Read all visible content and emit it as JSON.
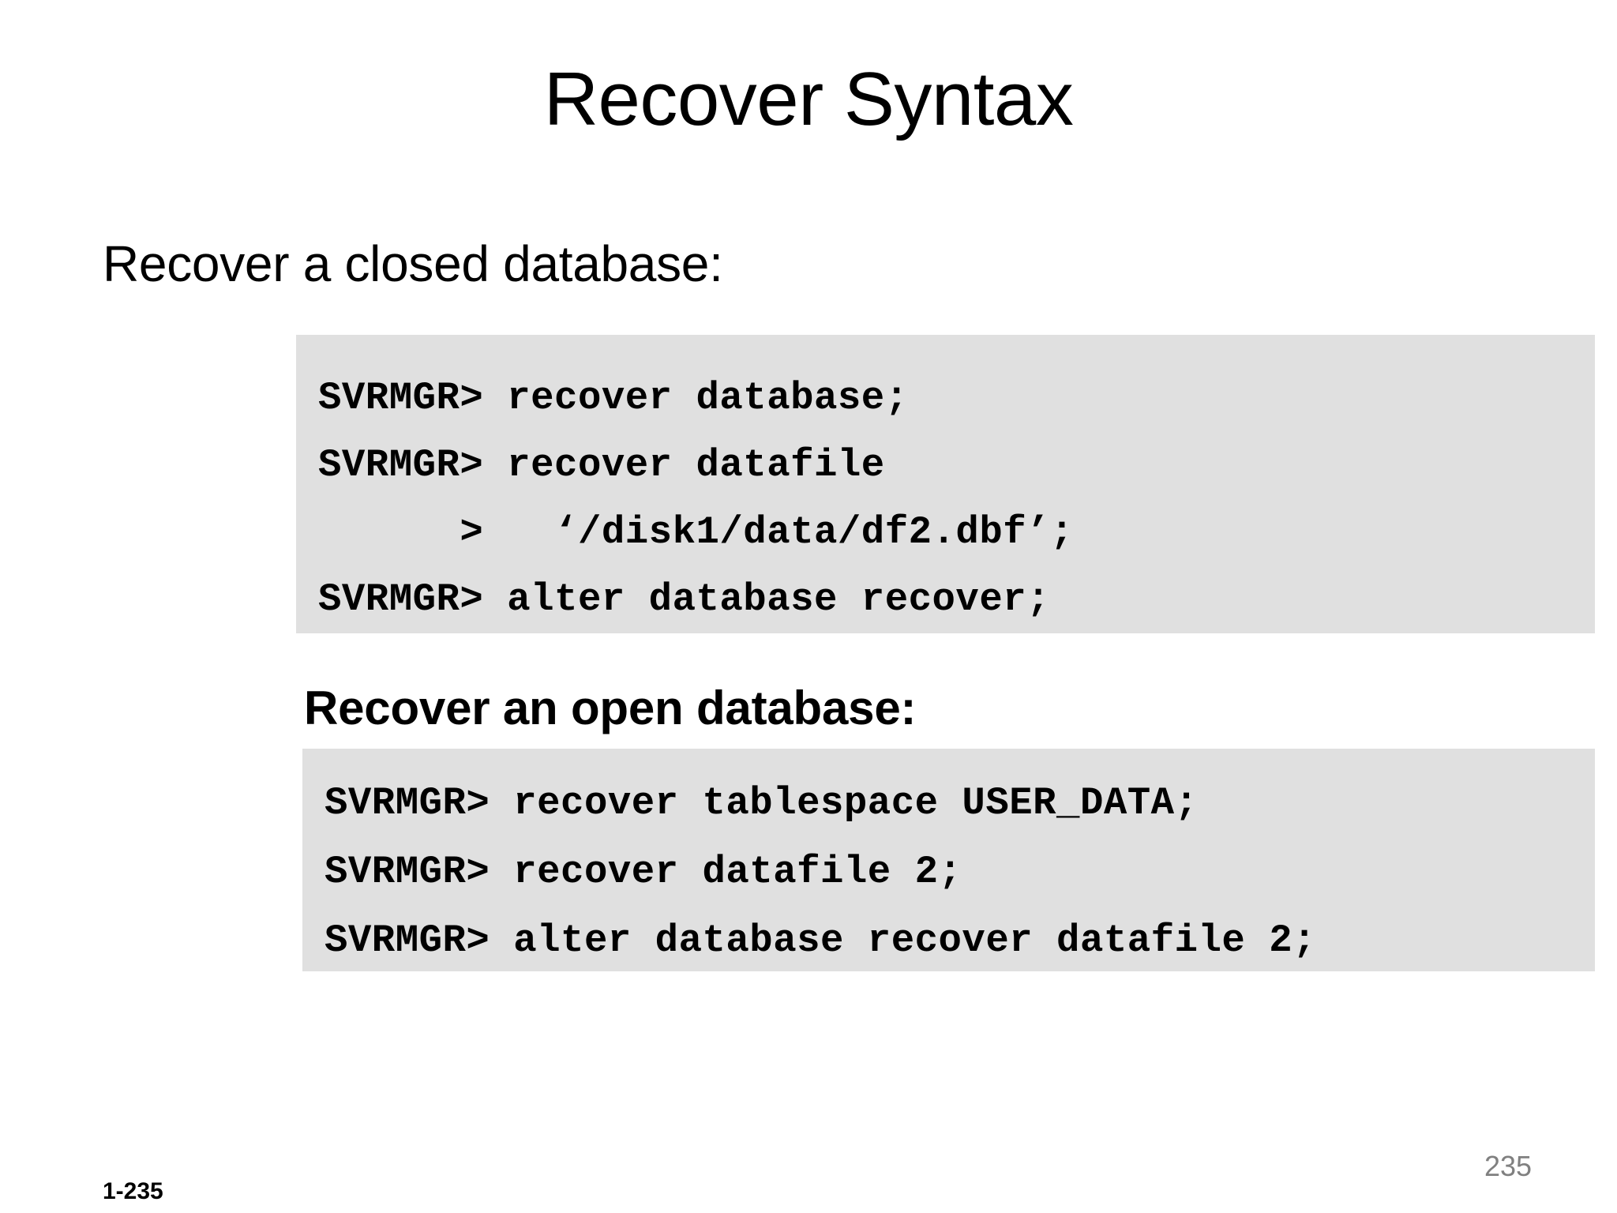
{
  "slide": {
    "title": "Recover Syntax",
    "subheading_closed": "Recover a closed database:",
    "heading_open": "Recover an open database:",
    "closed_db_code": [
      "SVRMGR> recover database;",
      "SVRMGR> recover datafile",
      "      >   ‘/disk1/data/df2.dbf’;",
      "SVRMGR> alter database recover;"
    ],
    "open_db_code": [
      "SVRMGR> recover tablespace USER_DATA;",
      "SVRMGR> recover datafile 2;",
      "SVRMGR> alter database recover datafile 2;"
    ],
    "footer_left": "1-235",
    "page_number": "235",
    "colors": {
      "background": "#ffffff",
      "code_block_background": "#e0e0e0",
      "text": "#000000",
      "page_number_text": "#808080"
    }
  }
}
